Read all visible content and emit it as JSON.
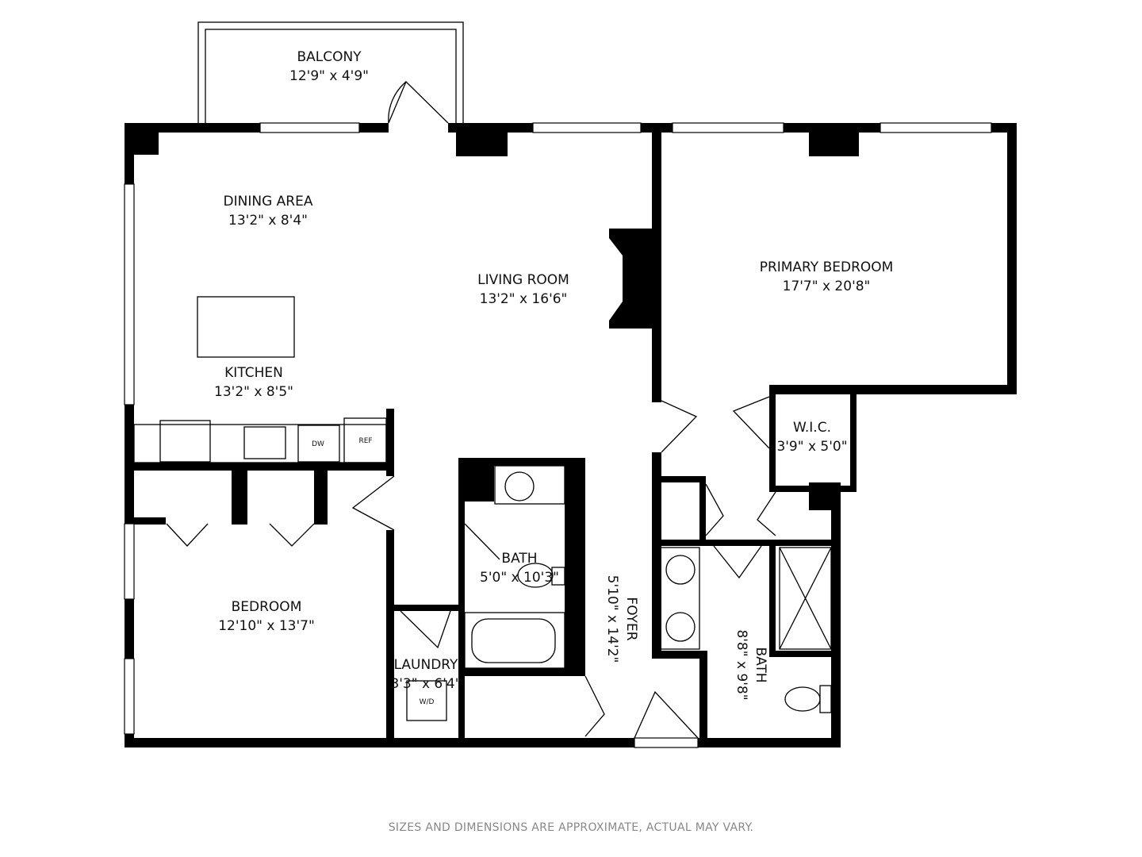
{
  "rooms": {
    "balcony": {
      "name": "BALCONY",
      "dims": "12'9\" x 4'9\""
    },
    "dining": {
      "name": "DINING AREA",
      "dims": "13'2\" x 8'4\""
    },
    "living": {
      "name": "LIVING ROOM",
      "dims": "13'2\" x 16'6\""
    },
    "primary_bedroom": {
      "name": "PRIMARY BEDROOM",
      "dims": "17'7\" x 20'8\""
    },
    "kitchen": {
      "name": "KITCHEN",
      "dims": "13'2\" x 8'5\""
    },
    "wic": {
      "name": "W.I.C.",
      "dims": "3'9\" x 5'0\""
    },
    "bath1": {
      "name": "BATH",
      "dims": "5'0\" x 10'3\""
    },
    "bedroom": {
      "name": "BEDROOM",
      "dims": "12'10\" x 13'7\""
    },
    "foyer": {
      "name": "FOYER",
      "dims": "5'10\" x 14'2\""
    },
    "laundry": {
      "name": "LAUNDRY",
      "dims": "3'3\" x 6'4\""
    },
    "bath2": {
      "name": "BATH",
      "dims": "8'8\" x 9'8\""
    }
  },
  "fixtures": {
    "dishwasher": "DW",
    "refrigerator": "REF",
    "washer_dryer": "W/D"
  },
  "footer_note": "SIZES AND DIMENSIONS ARE APPROXIMATE, ACTUAL MAY VARY."
}
